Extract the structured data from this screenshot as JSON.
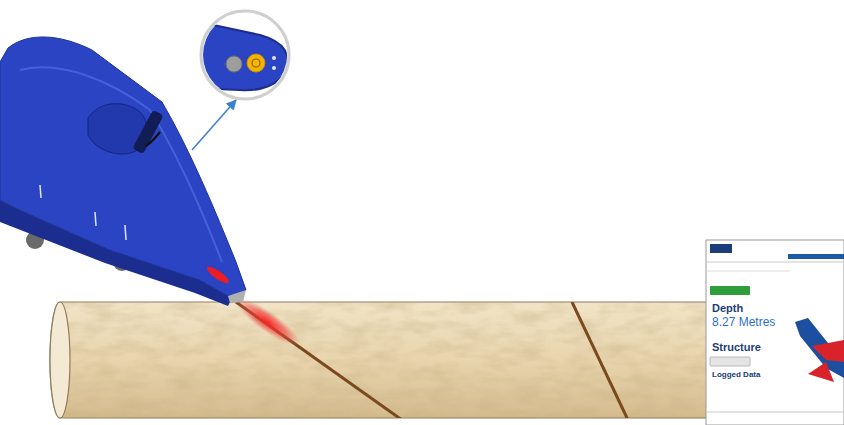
{
  "diagram": {
    "nodes": [
      {
        "text": [
          "Depth",
          "8.27 Metres",
          "Structure",
          "Logged Data"
        ]
      }
    ]
  }
}
